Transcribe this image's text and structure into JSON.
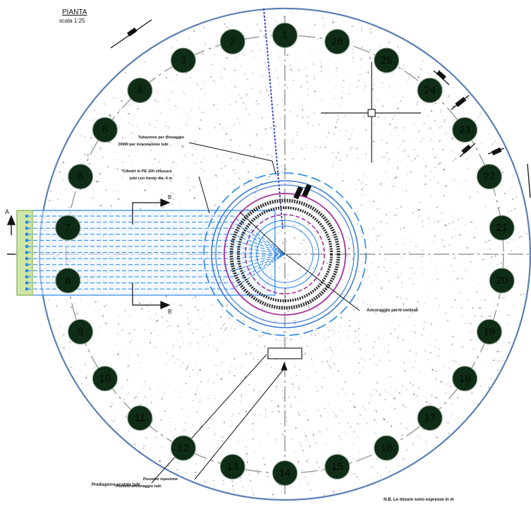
{
  "title": "PIANTA",
  "scale": "scala 1:25",
  "colors": {
    "outer_circle": "#5b7fb5",
    "pile_fill": "#0f2d16",
    "pile_ring": "#8aa08c",
    "blue_detail": "#2a86e8",
    "magenta": "#a4329b",
    "concrete_dot": "#9a9a9a",
    "dark_ring": "#333333",
    "hatch_green": "#8bbf3c"
  },
  "piles": [
    {
      "id": "pile-1",
      "label": "1"
    },
    {
      "id": "pile-2",
      "label": "2"
    },
    {
      "id": "pile-3",
      "label": "3"
    },
    {
      "id": "pile-4",
      "label": "4"
    },
    {
      "id": "pile-5",
      "label": "5"
    },
    {
      "id": "pile-6",
      "label": "6"
    },
    {
      "id": "pile-7",
      "label": "7"
    },
    {
      "id": "pile-8",
      "label": "8"
    },
    {
      "id": "pile-9",
      "label": "9"
    },
    {
      "id": "pile-10",
      "label": "10"
    },
    {
      "id": "pile-11",
      "label": "11"
    },
    {
      "id": "pile-12",
      "label": "12"
    },
    {
      "id": "pile-13",
      "label": "13"
    },
    {
      "id": "pile-14",
      "label": "14"
    },
    {
      "id": "pile-15",
      "label": "15"
    },
    {
      "id": "pile-16",
      "label": "16"
    },
    {
      "id": "pile-17",
      "label": "17"
    },
    {
      "id": "pile-18",
      "label": "18"
    },
    {
      "id": "pile-19",
      "label": "19"
    },
    {
      "id": "pile-20",
      "label": "20"
    },
    {
      "id": "pile-21",
      "label": "21"
    },
    {
      "id": "pile-22",
      "label": "22"
    },
    {
      "id": "pile-23",
      "label": "23"
    },
    {
      "id": "pile-24",
      "label": "24"
    },
    {
      "id": "pile-25",
      "label": "25"
    },
    {
      "id": "pile-26",
      "label": "26"
    }
  ],
  "section_marks": {
    "a_left": "A",
    "b_top": "B",
    "b_bottom": "B"
  },
  "annotations": {
    "tube_line1": "Tubazione per drenaggio",
    "tube_line2": "DN90 per innestazione tubi",
    "anchor_line1": "Cilindri in PE 100 chiusura",
    "anchor_line2": "tubi con fondo dia. 4 m",
    "bolts": "Ancoraggio perni centrali",
    "bottom1": "Predisporre scatola tubi",
    "bottom2_line1": "Pozzetto ispezione",
    "bottom2_line2": "Pozzetti anconaggio tubi",
    "note": "N.B. Le misure sono espresse in m"
  }
}
